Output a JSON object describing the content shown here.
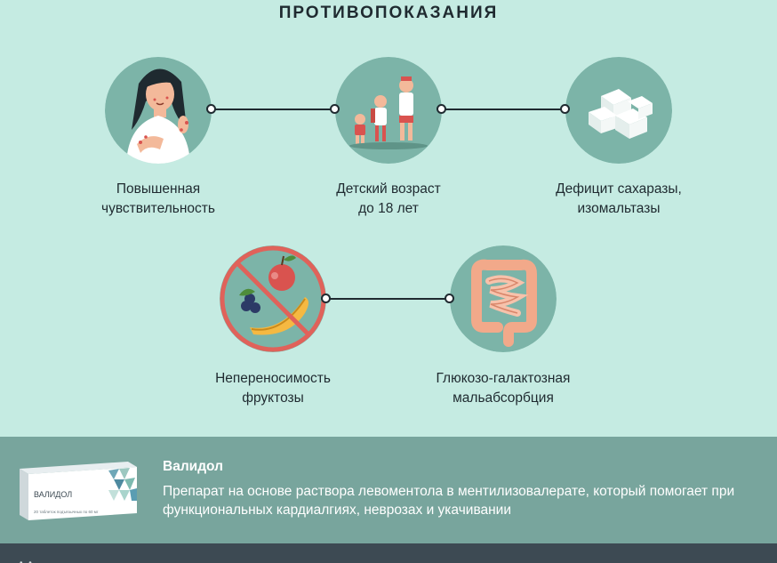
{
  "title": "ПРОТИВОПОКАЗАНИЯ",
  "items": [
    {
      "line1": "Повышенная",
      "line2": "чувствительность",
      "icon": "allergy-woman-icon"
    },
    {
      "line1": "Детский возраст",
      "line2": "до 18 лет",
      "icon": "children-icon"
    },
    {
      "line1": "Дефицит сахаразы,",
      "line2": "изомальтазы",
      "icon": "sugar-cubes-icon"
    },
    {
      "line1": "Непереносимость",
      "line2": "фруктозы",
      "icon": "no-fruit-icon"
    },
    {
      "line1": "Глюкозо-галактозная",
      "line2": "мальабсорбция",
      "icon": "intestine-icon"
    }
  ],
  "banner": {
    "product_name": "Валидол",
    "description": "Препарат на основе раствора левоментола в ментилизовалерате, который помогает при функциональных кардиалгиях, неврозах и укачивании",
    "package_label": "ВАЛИДОЛ",
    "package_small": "20 таблеток подъязычных по 60 мг"
  },
  "footer": {
    "dots": "• •"
  },
  "colors": {
    "background": "#c5ebe2",
    "circle": "#7cb4a8",
    "banner": "#78a59d",
    "footer": "#3d4a53",
    "text": "#1f2a30"
  }
}
